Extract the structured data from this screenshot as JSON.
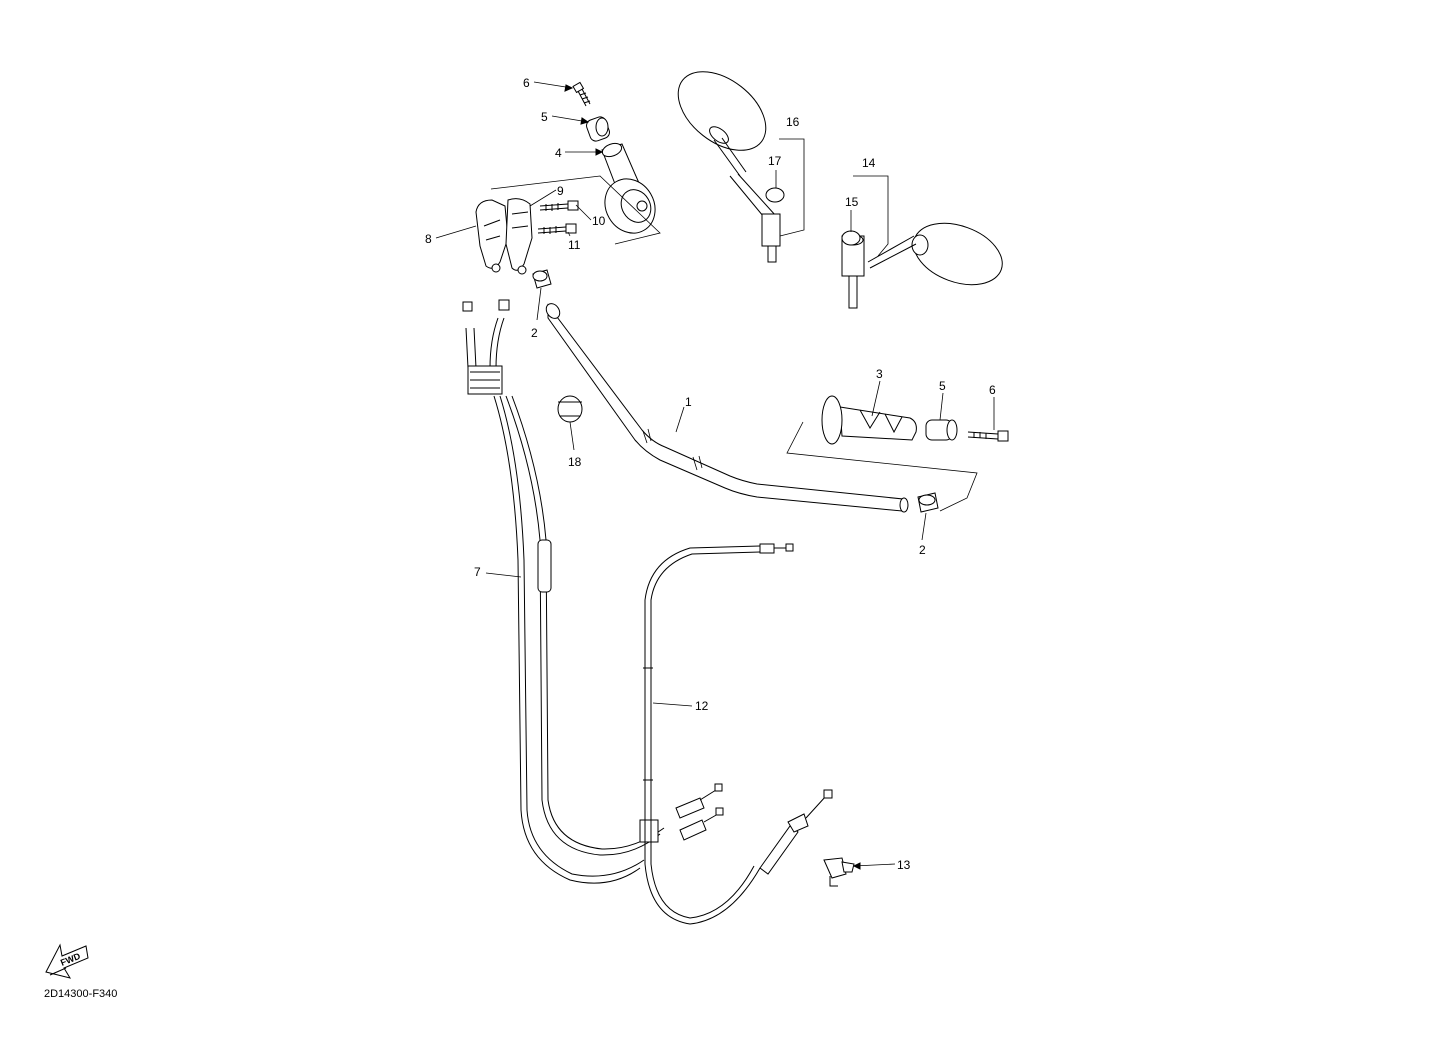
{
  "diagram_code": "2D14300-F340",
  "fwd_label": "FWD",
  "callouts": {
    "c1": "1",
    "c2a": "2",
    "c2b": "2",
    "c3": "3",
    "c4": "4",
    "c5a": "5",
    "c5b": "5",
    "c6a": "6",
    "c6b": "6",
    "c7": "7",
    "c8": "8",
    "c9": "9",
    "c10": "10",
    "c11": "11",
    "c12": "12",
    "c13": "13",
    "c14": "14",
    "c15": "15",
    "c16": "16",
    "c17": "17",
    "c18": "18"
  }
}
